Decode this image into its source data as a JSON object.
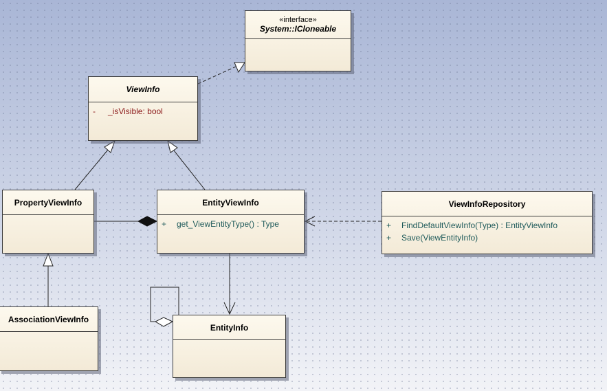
{
  "classes": {
    "icloneable": {
      "stereotype": "«interface»",
      "name": "System::ICloneable"
    },
    "viewinfo": {
      "name": "ViewInfo",
      "attributes": [
        {
          "visibility": "-",
          "text": "_isVisible:  bool"
        }
      ]
    },
    "propertyviewinfo": {
      "name": "PropertyViewInfo"
    },
    "entityviewinfo": {
      "name": "EntityViewInfo",
      "operations": [
        {
          "visibility": "+",
          "text": "get_ViewEntityType() : Type"
        }
      ]
    },
    "repository": {
      "name": "ViewInfoRepository",
      "operations": [
        {
          "visibility": "+",
          "text": "FindDefaultViewInfo(Type) :  EntityViewInfo"
        },
        {
          "visibility": "+",
          "text": "Save(ViewEntityInfo)"
        }
      ]
    },
    "associationviewinfo": {
      "name": "AssociationViewInfo"
    },
    "entityinfo": {
      "name": "EntityInfo"
    }
  },
  "relationships": [
    {
      "type": "realization",
      "from": "ViewInfo",
      "to": "System::ICloneable"
    },
    {
      "type": "generalization",
      "from": "PropertyViewInfo",
      "to": "ViewInfo"
    },
    {
      "type": "generalization",
      "from": "EntityViewInfo",
      "to": "ViewInfo"
    },
    {
      "type": "generalization",
      "from": "AssociationViewInfo",
      "to": "PropertyViewInfo"
    },
    {
      "type": "composition",
      "whole": "EntityViewInfo",
      "part": "PropertyViewInfo"
    },
    {
      "type": "dependency",
      "from": "ViewInfoRepository",
      "to": "EntityViewInfo"
    },
    {
      "type": "association",
      "from": "EntityViewInfo",
      "to": "EntityInfo"
    },
    {
      "type": "aggregation",
      "whole": "EntityInfo",
      "part": "EntityInfo"
    }
  ],
  "colors": {
    "class_fill_top": "#fdf9ee",
    "class_fill_bottom": "#f3ead7",
    "attribute_text": "#8b1a1a",
    "operation_text": "#1e5a5a",
    "background_top": "#a9b6d6",
    "background_bottom": "#f2f3f7"
  }
}
